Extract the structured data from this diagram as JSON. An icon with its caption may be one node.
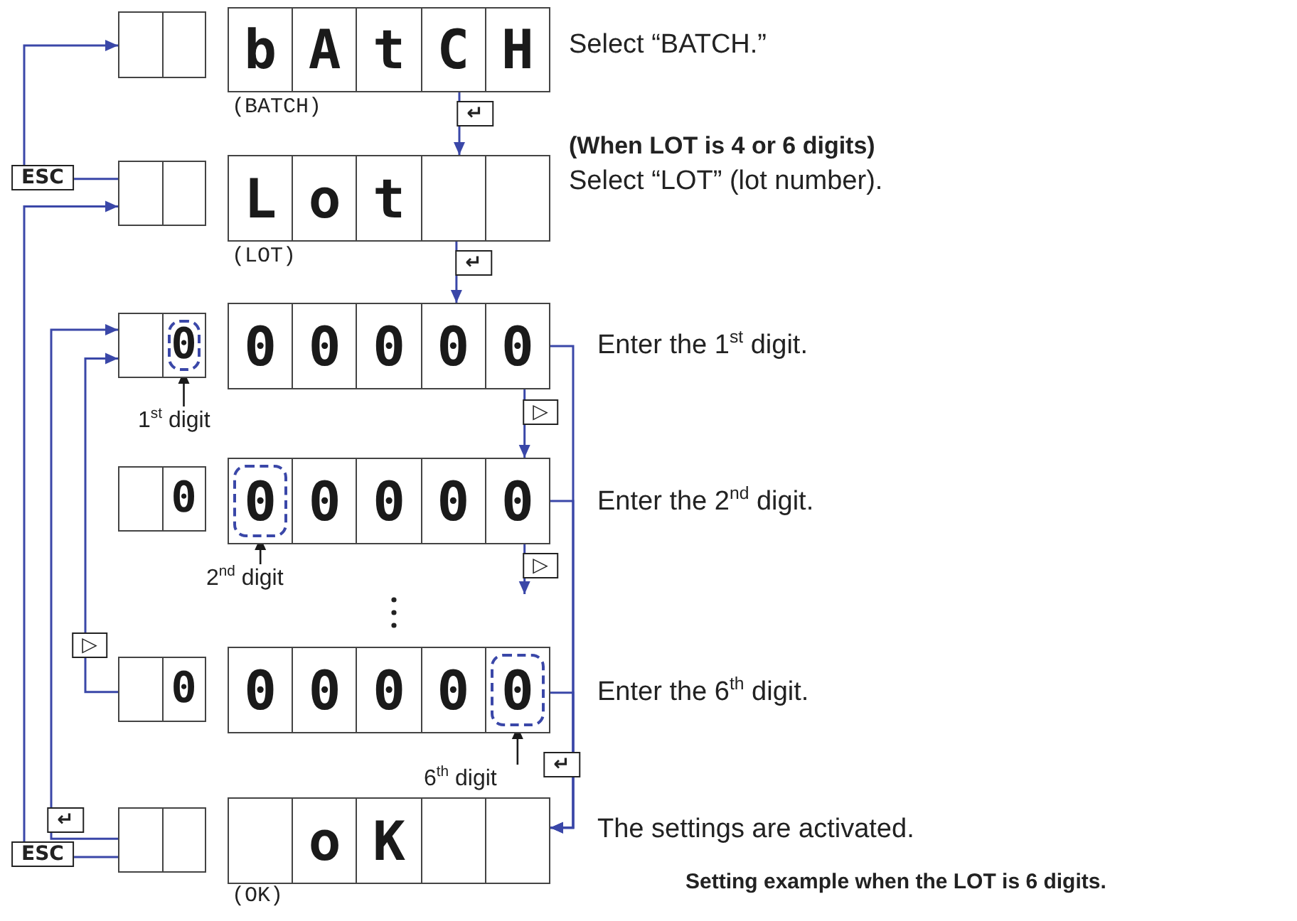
{
  "diagram": {
    "caption": "Setting example when the LOT is 6 digits.",
    "nodes": [
      {
        "text": [],
        "shape": "box"
      },
      {
        "text": [
          "b",
          "A",
          "t",
          "C",
          "H"
        ],
        "beside": [
          "(BATCH)",
          "Select “BATCH.”"
        ]
      },
      {
        "text": [],
        "shape": "box"
      },
      {
        "text": [
          "L",
          "o",
          "t"
        ],
        "beside": [
          "(LOT)",
          "(When LOT is 4 or 6 digits)",
          "Select “LOT” (lot number)."
        ]
      },
      {
        "text": [],
        "shape": "box"
      },
      {
        "text": [
          "0"
        ],
        "in": 4
      },
      {
        "text": [
          "0",
          "0",
          "0",
          "0",
          "0"
        ],
        "beside": [
          "Enter the 1$^{st}$ digit."
        ]
      },
      {
        "text": [
          "1$^{st}$ digit"
        ]
      },
      {
        "text": [
          "0"
        ]
      },
      {
        "text": [
          "0",
          "0",
          "0",
          "0"
        ],
        "beside": [
          "Enter the 2$^{nd}$ digit."
        ]
      },
      {
        "text": [
          "0"
        ],
        "in": 9
      },
      {
        "text": [
          "2$^{nd}$ digit"
        ]
      },
      {
        "text": [
          "0"
        ]
      },
      {
        "text": [
          "0",
          "0",
          "0",
          "0"
        ],
        "beside": [
          "Enter the 6$^{th}$ digit."
        ]
      },
      {
        "text": [
          "0"
        ],
        "in": 13
      },
      {
        "text": [
          "6$^{th}$ digit"
        ]
      },
      {
        "text": [],
        "shape": "box"
      },
      {
        "text": [
          "o",
          "K"
        ],
        "beside": [
          "(OK)",
          "The settings are activated."
        ]
      }
    ],
    "edges": [
      {
        "from": 1,
        "to": 3,
        "arrow": "to",
        "label": "↵"
      },
      {
        "from": 3,
        "to": 6,
        "arrow": "to",
        "label": "↵"
      },
      {
        "from": 6,
        "to": 9,
        "arrow": "to",
        "label": "▷"
      },
      {
        "from": 9,
        "to": null,
        "arrow": "to",
        "label": "▷"
      },
      {
        "from": 6,
        "to": 17,
        "arrow": "to"
      },
      {
        "from": 9,
        "to": 17,
        "arrow": "to"
      },
      {
        "from": 13,
        "to": 17,
        "arrow": "to",
        "label": "↵"
      },
      {
        "from": 2,
        "to": 0,
        "arrow": "to",
        "label": "ESC"
      },
      {
        "from": 16,
        "to": 2,
        "arrow": "to",
        "label": "ESC"
      },
      {
        "from": 16,
        "to": 4,
        "arrow": "to",
        "label": "↵"
      },
      {
        "from": 12,
        "to": 4,
        "arrow": "to",
        "label": "▷"
      },
      {
        "from": 7,
        "to": 5,
        "arrow": "to",
        "color": "#1a1a1a"
      },
      {
        "from": 11,
        "to": 10,
        "arrow": "to",
        "color": "#1a1a1a"
      },
      {
        "from": 15,
        "to": 14,
        "arrow": "to",
        "color": "#1a1a1a"
      }
    ]
  }
}
